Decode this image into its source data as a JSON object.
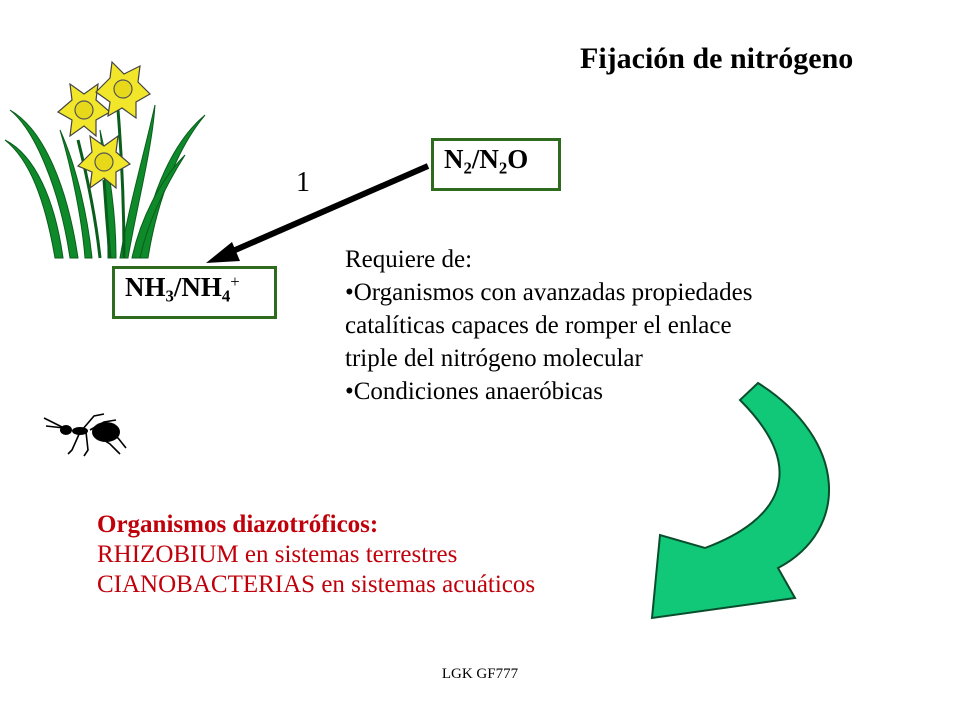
{
  "title": "Fijación de nitrógeno",
  "source_box": {
    "main": "N",
    "sub1": "2",
    "mid": "/N",
    "sub2": "2",
    "end": "O"
  },
  "product_box": {
    "main": "NH",
    "sub1": "3",
    "mid": "/NH",
    "sub2": "4",
    "sup": "+"
  },
  "step_number": "1",
  "requirements": {
    "heading": "Requiere de:",
    "lines": [
      "•Organismos con avanzadas propiedades",
      "catalíticas capaces de romper el enlace",
      "triple del nitrógeno molecular",
      "•Condiciones anaeróbicas"
    ]
  },
  "organisms": {
    "heading": "Organismos diazotróficos:",
    "lines": [
      "RHIZOBIUM en sistemas terrestres",
      "CIANOBACTERIAS en sistemas acuáticos"
    ]
  },
  "footer": "LGK GF777",
  "colors": {
    "box_border": "#2e6b1f",
    "organisms_text": "#c0000a",
    "curved_arrow": "#10c878",
    "leaves": "#0f8a2a",
    "flowers": "#f2e62a"
  },
  "icons": [
    "daffodil-plant-icon",
    "ant-icon",
    "curved-arrow-icon",
    "straight-arrow-icon"
  ]
}
